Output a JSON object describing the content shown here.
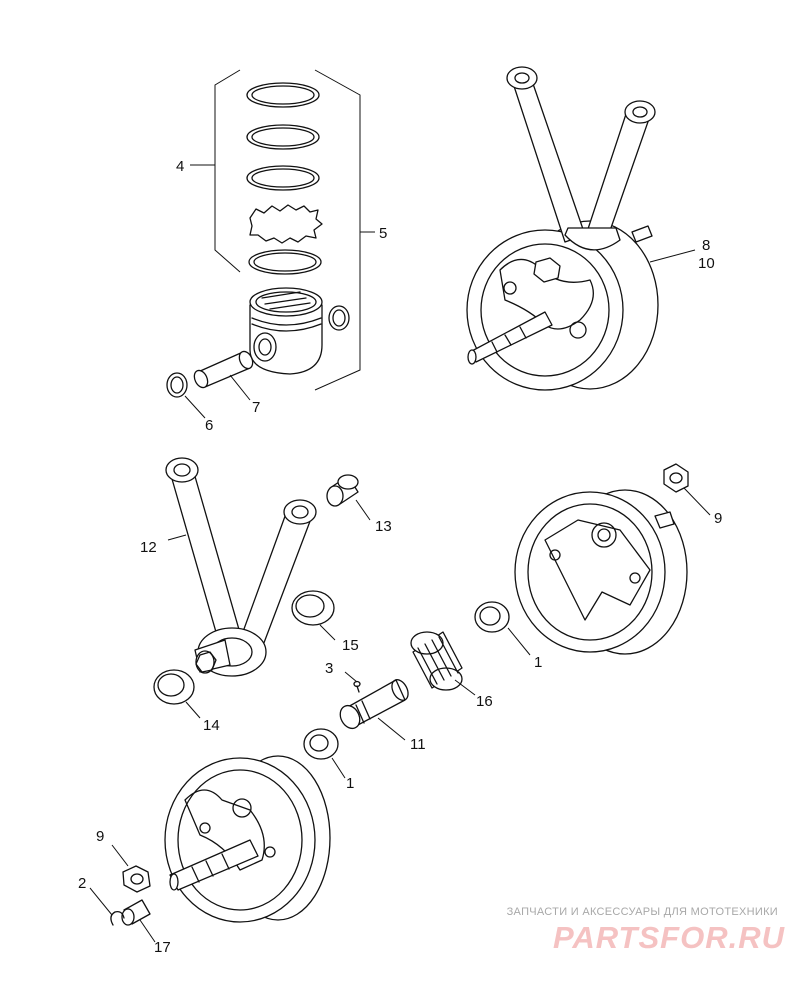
{
  "callouts": {
    "c1a": "1",
    "c1b": "1",
    "c2": "2",
    "c3": "3",
    "c4": "4",
    "c5": "5",
    "c6": "6",
    "c7": "7",
    "c8": "8",
    "c9a": "9",
    "c9b": "9",
    "c10": "10",
    "c11": "11",
    "c12": "12",
    "c13": "13",
    "c14": "14",
    "c15": "15",
    "c16": "16",
    "c17": "17"
  },
  "watermark": {
    "tagline": "ЗАПЧАСТИ И АКСЕССУАРЫ ДЛЯ МОТОТЕХНИКИ",
    "logo": "PARTSFOR.RU"
  }
}
